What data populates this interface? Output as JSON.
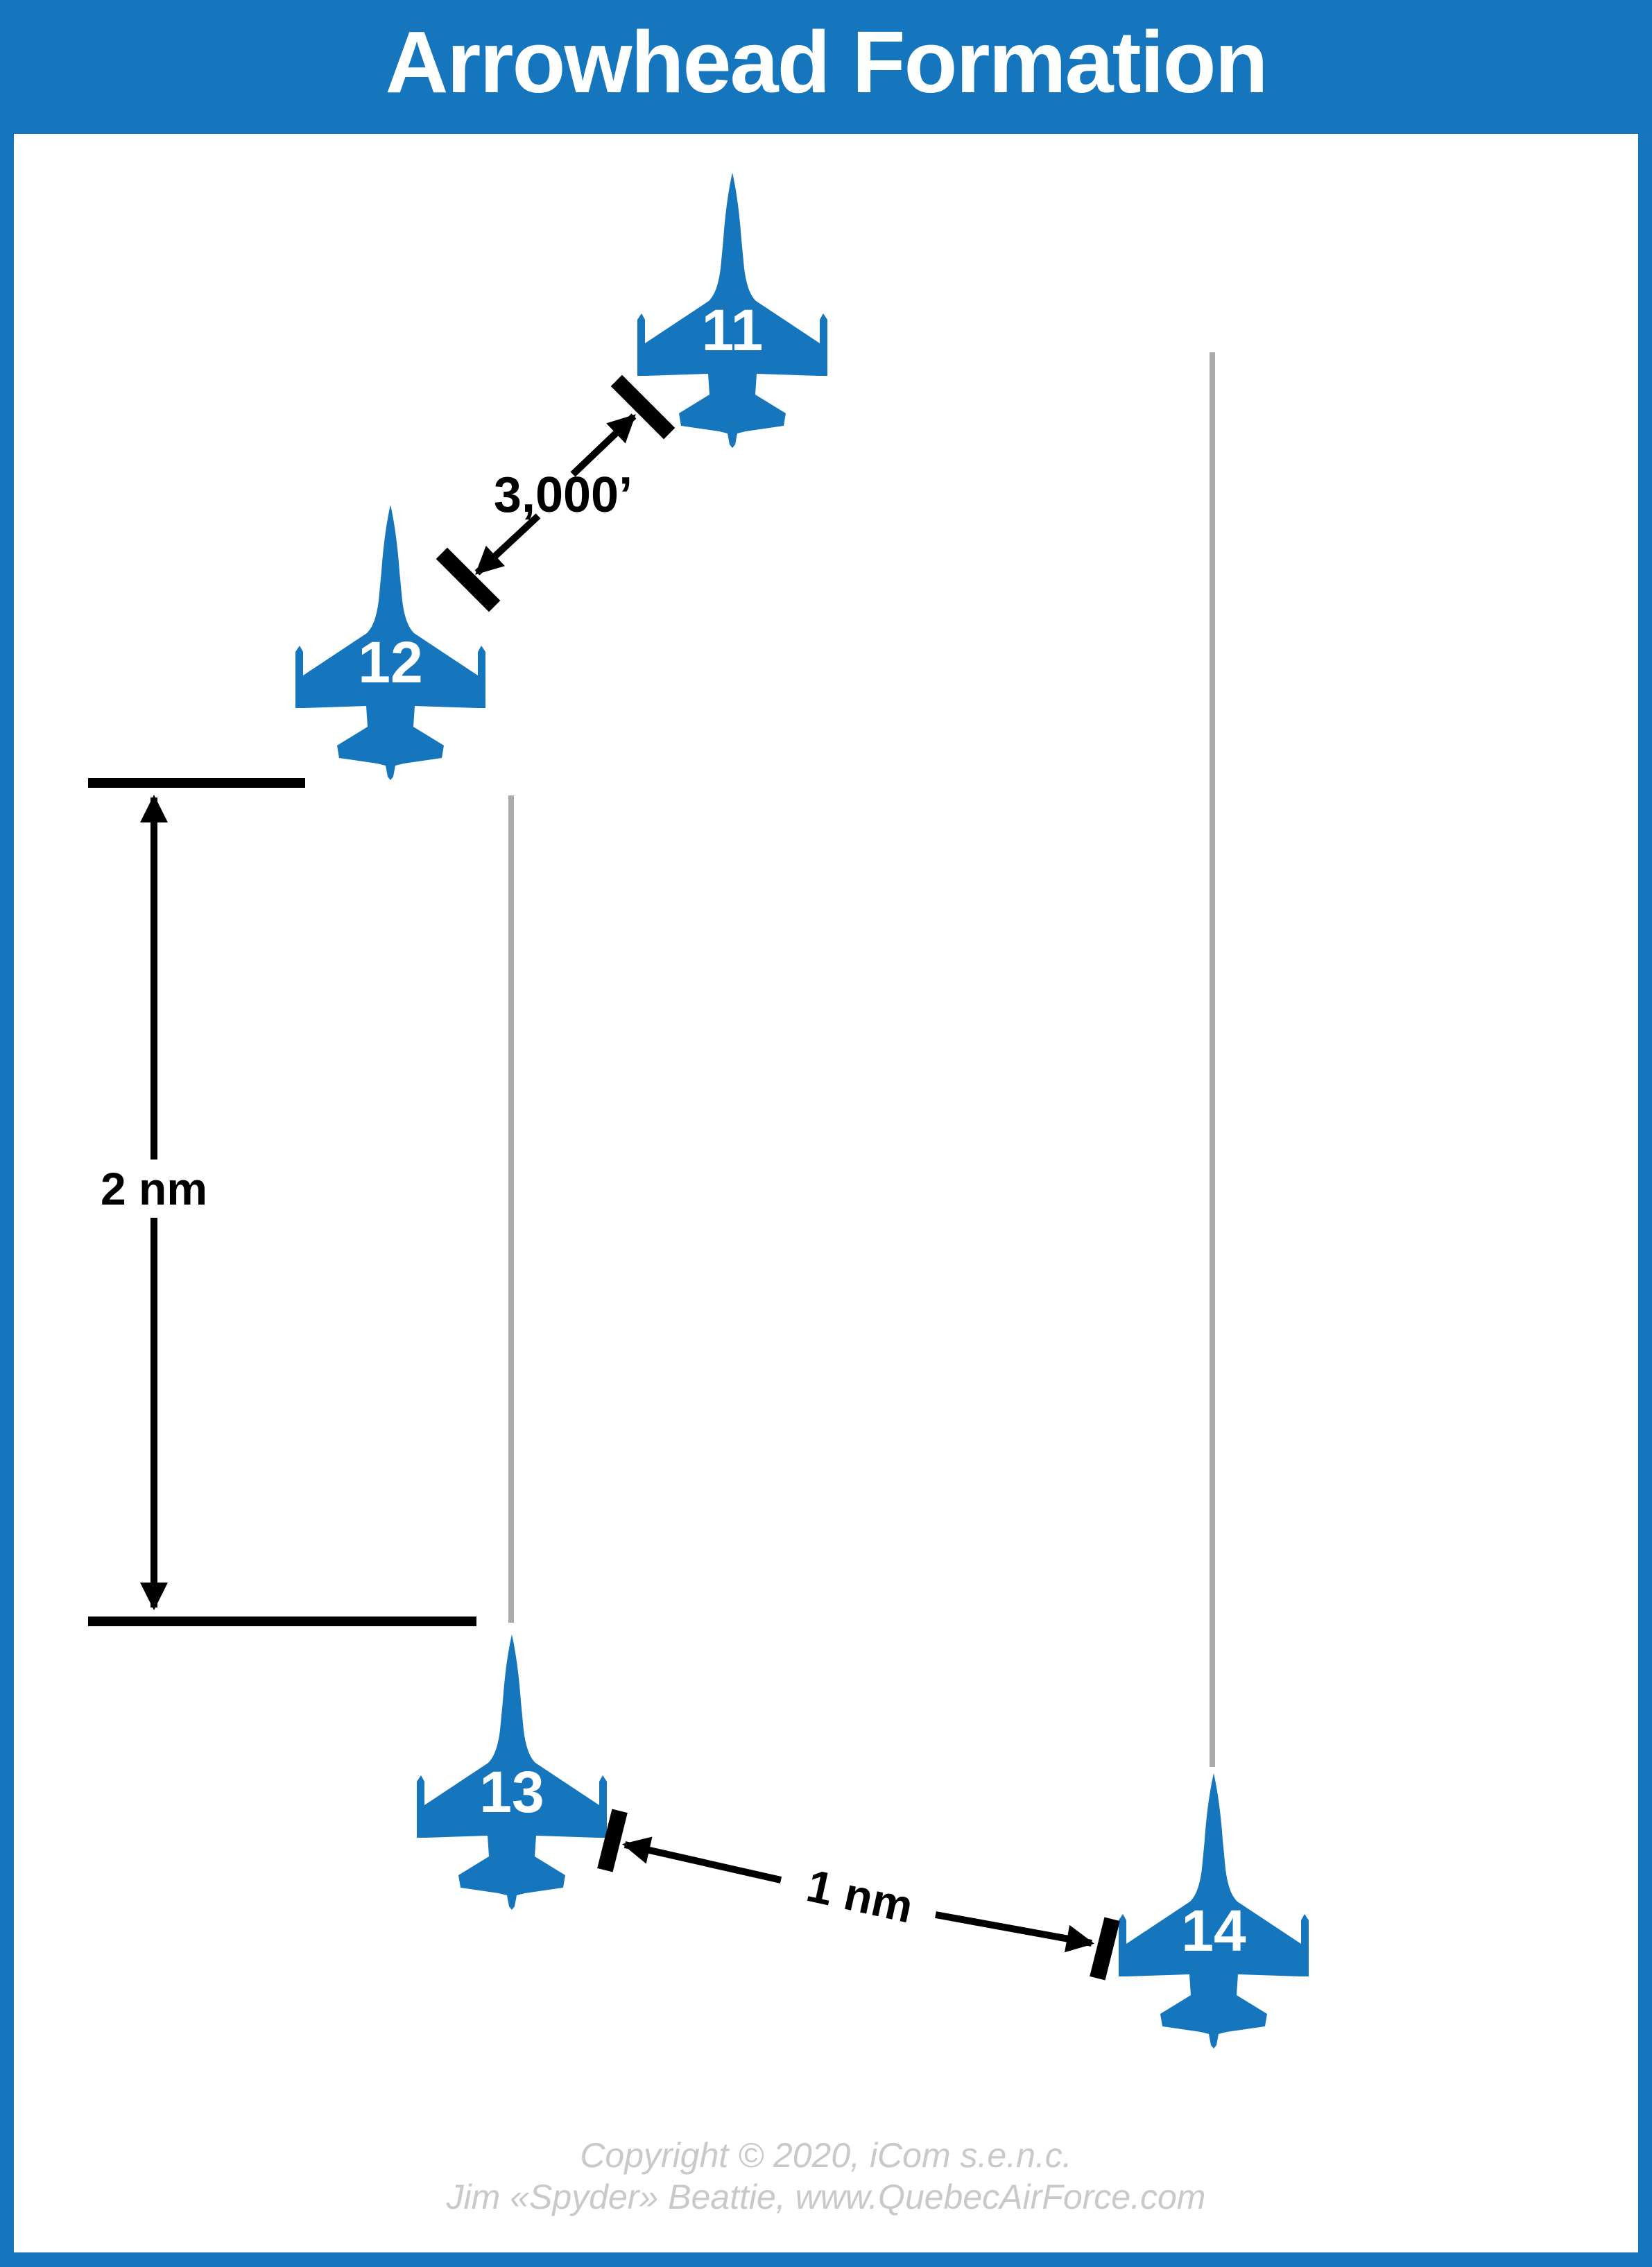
{
  "title": "Arrowhead Formation",
  "colors": {
    "primary_blue": "#1575BD",
    "measurement_black": "#000000",
    "reference_line_gray": "#ABABAB",
    "copyright_gray": "#C9C9C9"
  },
  "aircraft": [
    {
      "number": "11"
    },
    {
      "number": "12"
    },
    {
      "number": "13"
    },
    {
      "number": "14"
    }
  ],
  "measurements": {
    "trail_distance": "3,000’",
    "longitudinal_distance": "2 nm",
    "lateral_distance": "1 nm"
  },
  "footer": {
    "line1": "Copyright © 2020, iCom s.e.n.c.",
    "line2": "Jim «Spyder» Beattie, www.QuebecAirForce.com"
  }
}
